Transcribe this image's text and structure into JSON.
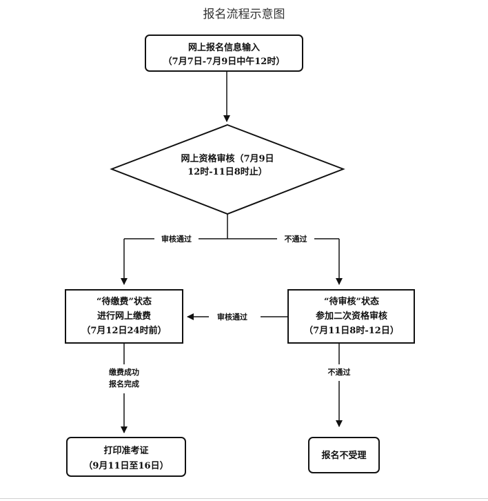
{
  "title": "报名流程示意图",
  "nodes": {
    "online_registration": {
      "line1": "网上报名信息输入",
      "line2": "（7月7日-7月9日中午12时）"
    },
    "online_qualification_review": {
      "line1": "网上资格审核（7月9日",
      "line2": "12时-11日8时止）"
    },
    "pending_payment": {
      "line1": "“待缴费”状态",
      "line2": "进行网上缴费",
      "line3": "（7月12日24时前）"
    },
    "pending_review": {
      "line1": "“待审核”状态",
      "line2": "参加二次资格审核",
      "line3": "（7月11日8时-12日）"
    },
    "print_admission_ticket": {
      "line1": "打印准考证",
      "line2": "（9月11日至16日）"
    },
    "registration_rejected": {
      "line1": "报名不受理"
    }
  },
  "edges": {
    "review_passed": "审核通过",
    "review_failed": "不通过",
    "second_review_passed": "审核通过",
    "payment_success_line1": "缴费成功",
    "payment_success_line2": "报名完成",
    "second_review_failed": "不通过"
  }
}
